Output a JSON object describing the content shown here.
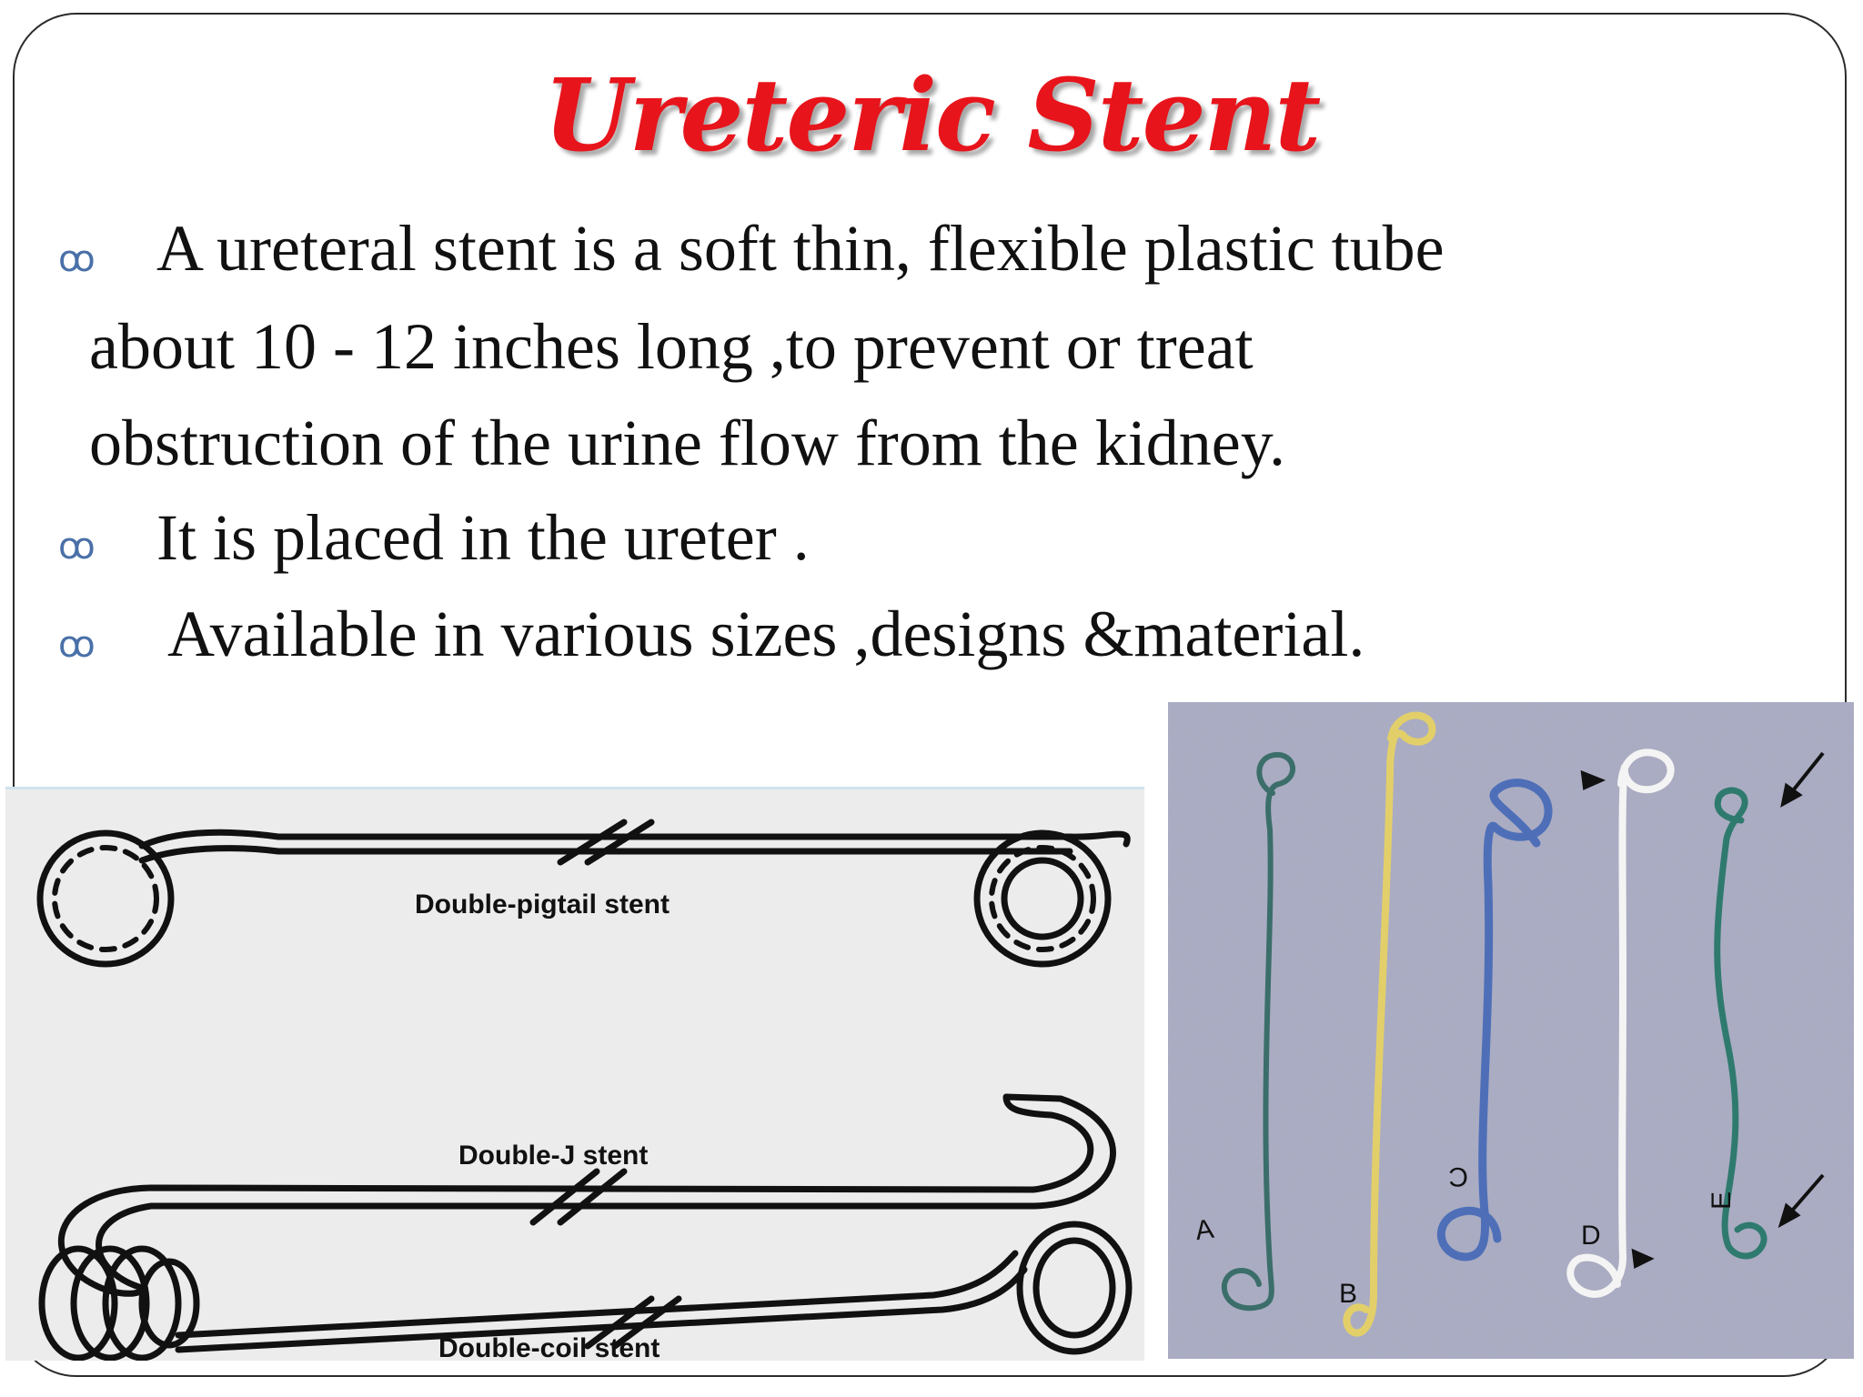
{
  "slide": {
    "title": "Ureteric Stent",
    "bullets": [
      {
        "icon": "swirl-bullet-icon",
        "lines": [
          "A ureteral stent is a soft  thin, flexible plastic  tube",
          "about 10 - 12 inches long ,to prevent or treat",
          "obstruction of the urine flow from the kidney."
        ]
      },
      {
        "icon": "swirl-bullet-icon",
        "lines": [
          "It is placed in the ureter ."
        ]
      },
      {
        "icon": "swirl-bullet-icon",
        "lines": [
          "Available in various sizes ,designs &material."
        ]
      }
    ],
    "bullet_glyph": "ꝏ",
    "colors": {
      "title": "#e8141b",
      "bullet": "#4a70a8",
      "text": "#111111"
    }
  },
  "diagram": {
    "labels": {
      "pigtail": "Double-pigtail stent",
      "doublej": "Double-J stent",
      "coil": "Double-coil stent"
    }
  },
  "photo": {
    "labels": {
      "a": "A",
      "b": "B",
      "c": "C",
      "d": "D",
      "e": "E"
    },
    "colors": {
      "background": "#a9abc3",
      "stent_a": "#3b6e6a",
      "stent_b": "#e3cf6a",
      "stent_c": "#4e6fb8",
      "stent_d": "#f4f4f4",
      "stent_e": "#2f7a6e"
    }
  }
}
